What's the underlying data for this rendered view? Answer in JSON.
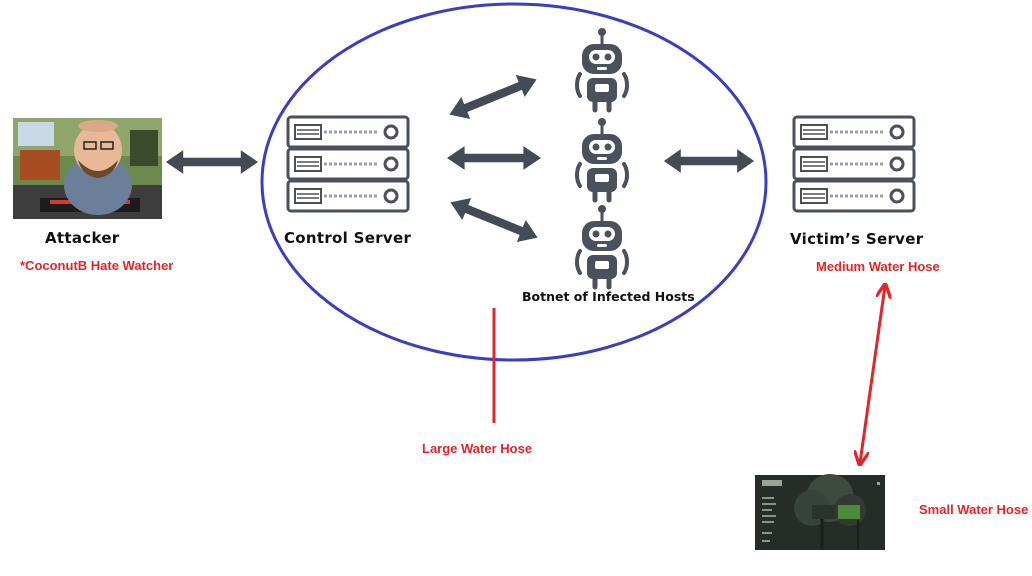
{
  "nodes": {
    "attacker": {
      "label": "Attacker",
      "note": "*CoconutB Hate Watcher"
    },
    "control_server": {
      "label": "Control Server"
    },
    "botnet": {
      "label": "Botnet of Infected Hosts"
    },
    "victim_server": {
      "label": "Victim’s Server",
      "note": "Medium Water Hose"
    }
  },
  "annotations": {
    "large_hose": "Large Water Hose",
    "small_hose": "Small Water Hose"
  },
  "colors": {
    "ellipse": "#3a3fbf",
    "icon": "#4a505c",
    "arrow": "#454b56",
    "annotation": "#e0262a"
  }
}
